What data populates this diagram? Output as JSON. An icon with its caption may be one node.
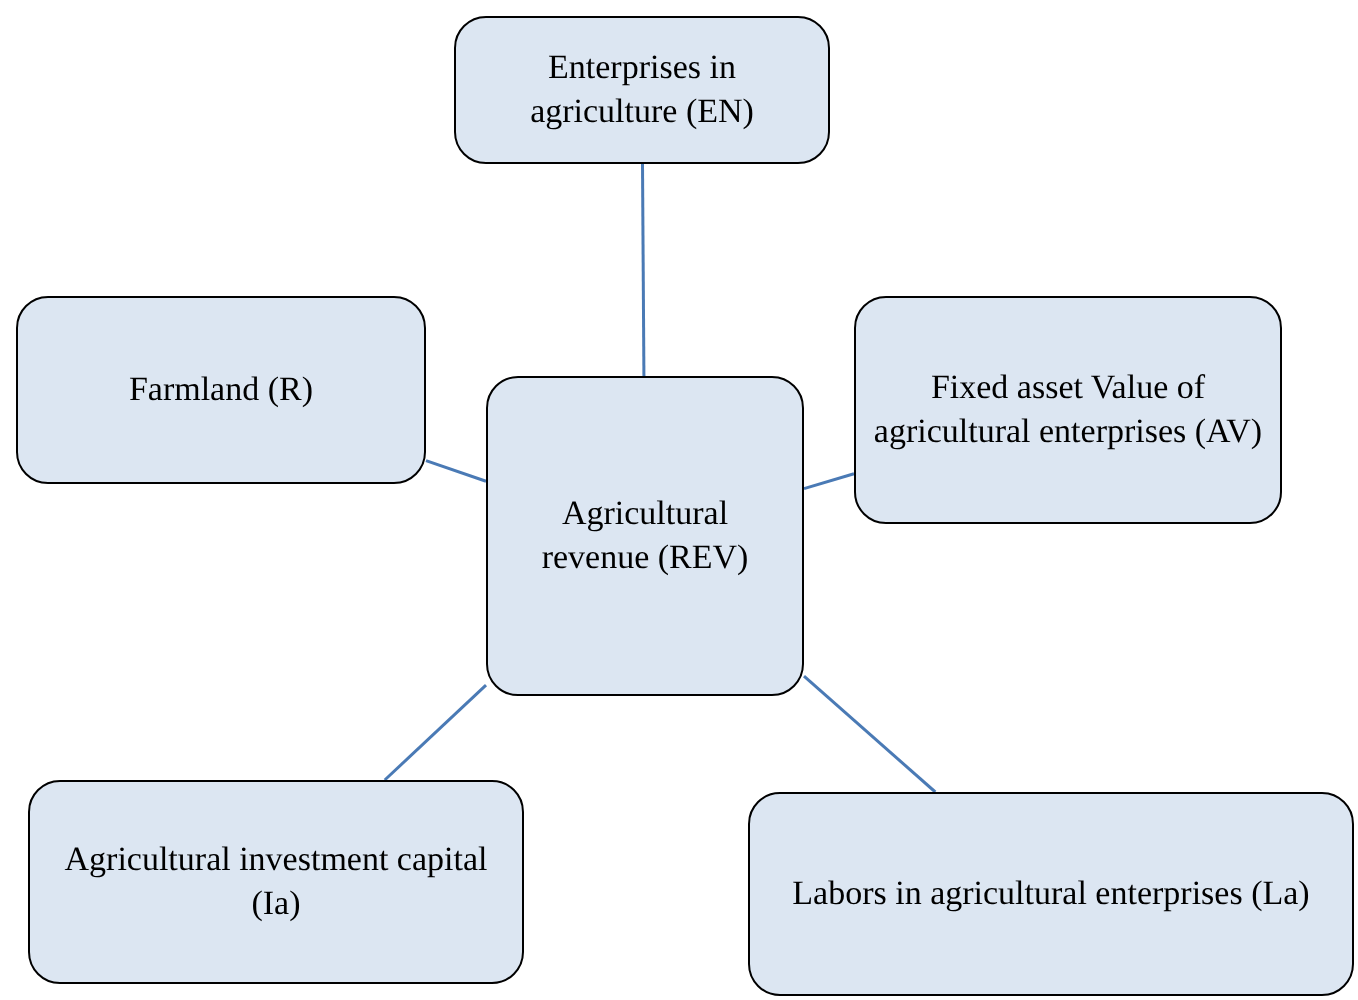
{
  "diagram": {
    "nodes": [
      {
        "text": [
          "Enterprises in agriculture (EN)"
        ]
      },
      {
        "text": [
          "Farmland (R)"
        ]
      },
      {
        "text": [
          "Fixed asset Value of agricultural enterprises (AV)"
        ]
      },
      {
        "text": [
          "Agricultural revenue (REV)"
        ]
      },
      {
        "text": [
          "Agricultural investment capital (Ia)"
        ]
      },
      {
        "text": [
          "Labors in agricultural enterprises (La)"
        ]
      }
    ],
    "edges": [
      {
        "from": 3,
        "to": 0,
        "arrow": "none"
      },
      {
        "from": 3,
        "to": 1,
        "arrow": "none"
      },
      {
        "from": 3,
        "to": 2,
        "arrow": "none"
      },
      {
        "from": 3,
        "to": 4,
        "arrow": "none"
      },
      {
        "from": 3,
        "to": 5,
        "arrow": "none"
      }
    ]
  }
}
